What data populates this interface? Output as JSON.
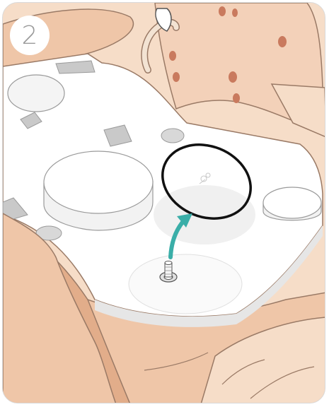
{
  "step": {
    "number": "2"
  },
  "colors": {
    "skin_light": "#f6ddc8",
    "skin_mid": "#efc6a8",
    "skin_dark": "#e2ad8a",
    "panel": "#ffffff",
    "panel_shade": "#eeeeee",
    "pad_gray": "#c9c9c9",
    "outline": "#9a7a66",
    "hole": "#9a5a3c",
    "arrow": "#3aaea8",
    "highlight_ring": "#111111"
  },
  "icons": [
    "step-number-badge",
    "teal-curved-arrow",
    "black-highlight-ellipse",
    "screw-post"
  ]
}
